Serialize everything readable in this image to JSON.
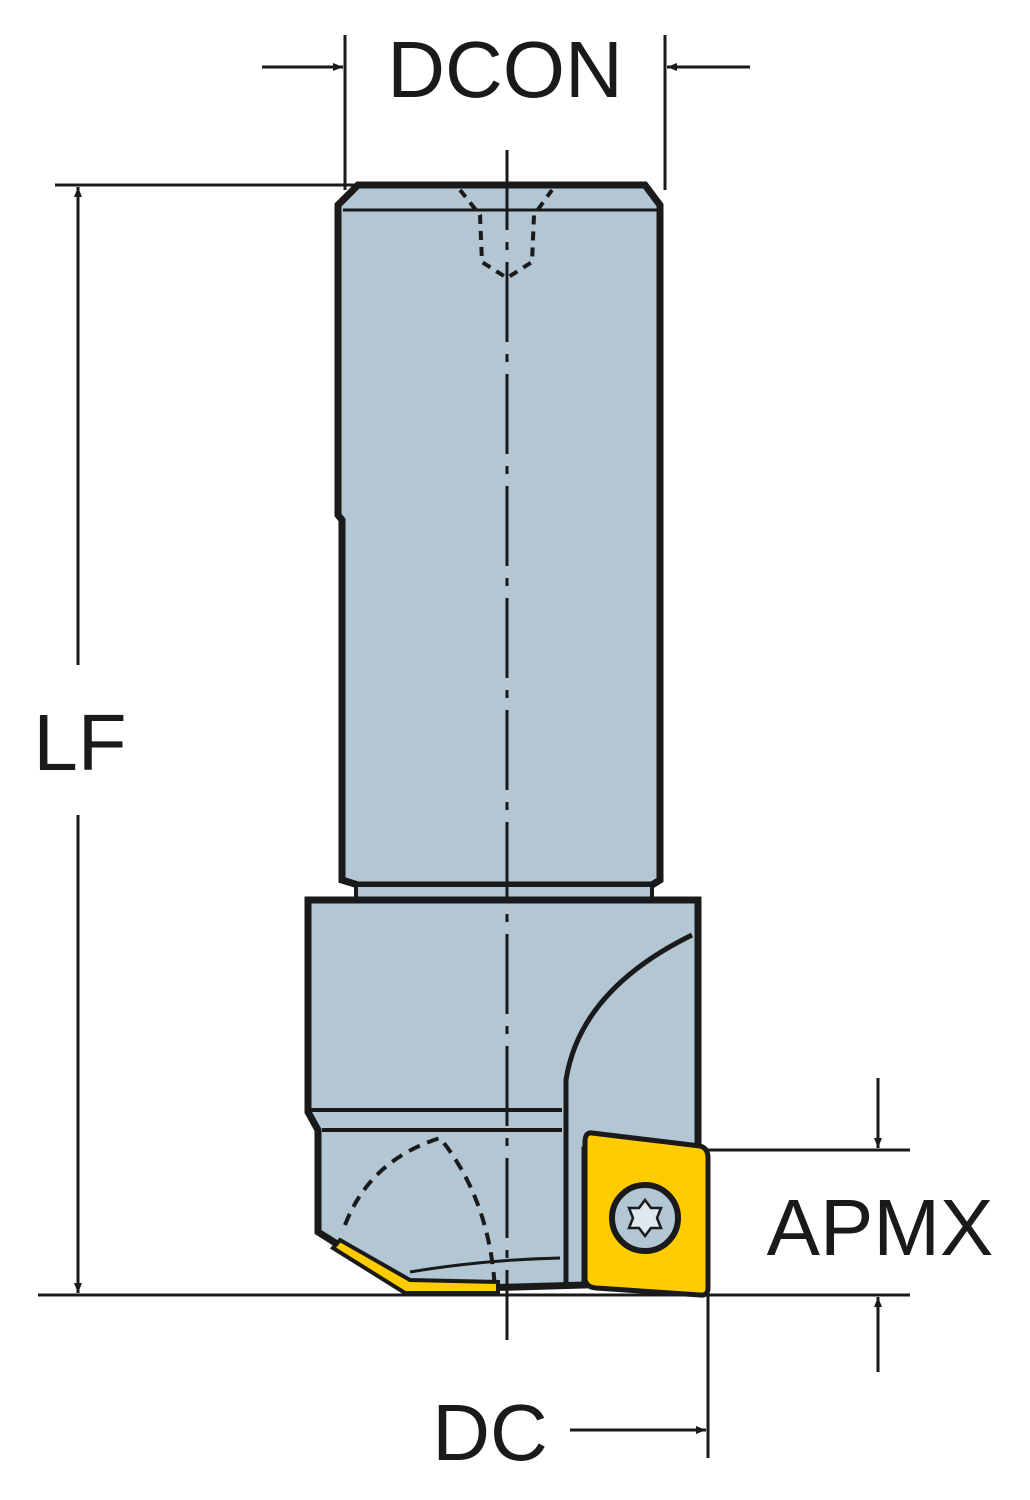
{
  "labels": {
    "dcon": "DCON",
    "lf": "LF",
    "apmx": "APMX",
    "dc": "DC"
  },
  "colors": {
    "body": "#b3c6d4",
    "insert": "#ffcc00",
    "line": "#1a1a1a"
  }
}
